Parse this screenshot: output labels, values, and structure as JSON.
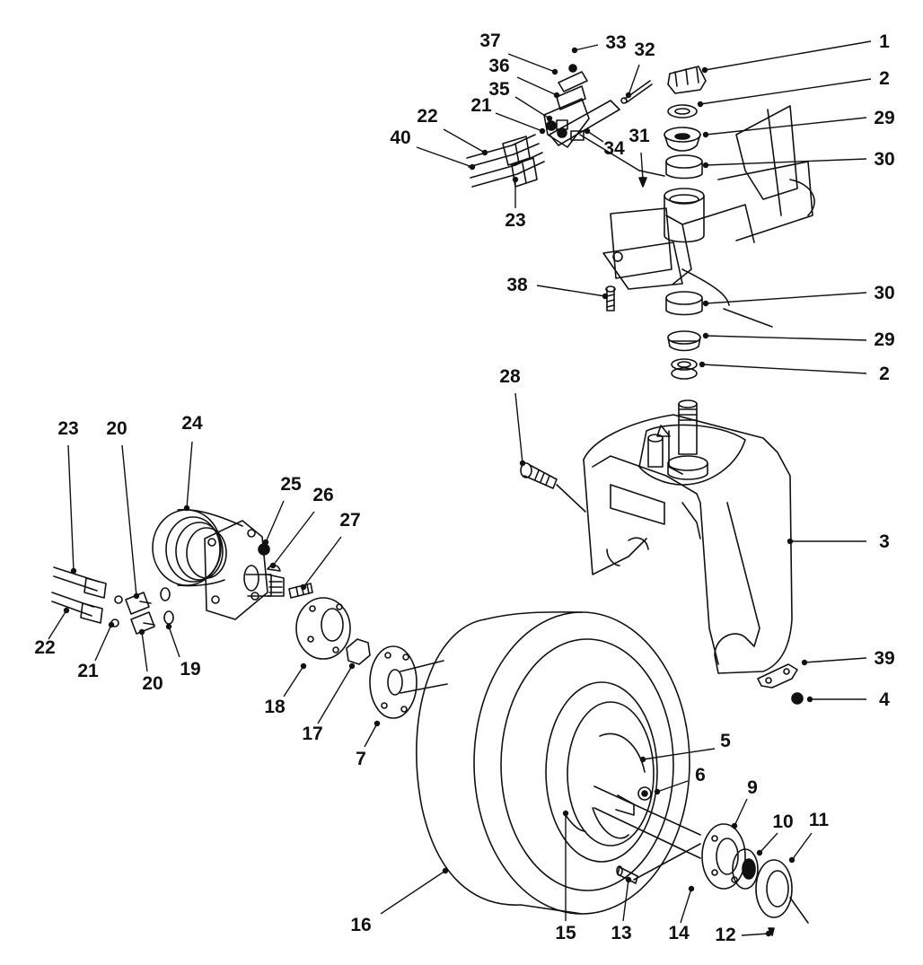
{
  "diagram": {
    "callouts": [
      {
        "id": "c1",
        "label": "1"
      },
      {
        "id": "c2a",
        "label": "2"
      },
      {
        "id": "c29a",
        "label": "29"
      },
      {
        "id": "c30a",
        "label": "30"
      },
      {
        "id": "c30b",
        "label": "30"
      },
      {
        "id": "c29b",
        "label": "29"
      },
      {
        "id": "c2b",
        "label": "2"
      },
      {
        "id": "c3",
        "label": "3"
      },
      {
        "id": "c39",
        "label": "39"
      },
      {
        "id": "c4",
        "label": "4"
      },
      {
        "id": "c5",
        "label": "5"
      },
      {
        "id": "c6",
        "label": "6"
      },
      {
        "id": "c9",
        "label": "9"
      },
      {
        "id": "c10",
        "label": "10"
      },
      {
        "id": "c11",
        "label": "11"
      },
      {
        "id": "c12",
        "label": "12"
      },
      {
        "id": "c14",
        "label": "14"
      },
      {
        "id": "c13",
        "label": "13"
      },
      {
        "id": "c15",
        "label": "15"
      },
      {
        "id": "c16",
        "label": "16"
      },
      {
        "id": "c7",
        "label": "7"
      },
      {
        "id": "c17",
        "label": "17"
      },
      {
        "id": "c18",
        "label": "18"
      },
      {
        "id": "c27",
        "label": "27"
      },
      {
        "id": "c26",
        "label": "26"
      },
      {
        "id": "c25",
        "label": "25"
      },
      {
        "id": "c24",
        "label": "24"
      },
      {
        "id": "c19",
        "label": "19"
      },
      {
        "id": "c20a",
        "label": "20"
      },
      {
        "id": "c20b",
        "label": "20"
      },
      {
        "id": "c21b",
        "label": "21"
      },
      {
        "id": "c22b",
        "label": "22"
      },
      {
        "id": "c23b",
        "label": "23"
      },
      {
        "id": "c28",
        "label": "28"
      },
      {
        "id": "c38",
        "label": "38"
      },
      {
        "id": "c31",
        "label": "31"
      },
      {
        "id": "c23a",
        "label": "23"
      },
      {
        "id": "c40",
        "label": "40"
      },
      {
        "id": "c22a",
        "label": "22"
      },
      {
        "id": "c21a",
        "label": "21"
      },
      {
        "id": "c35",
        "label": "35"
      },
      {
        "id": "c34",
        "label": "34"
      },
      {
        "id": "c36",
        "label": "36"
      },
      {
        "id": "c37",
        "label": "37"
      },
      {
        "id": "c33",
        "label": "33"
      },
      {
        "id": "c32",
        "label": "32"
      }
    ]
  }
}
